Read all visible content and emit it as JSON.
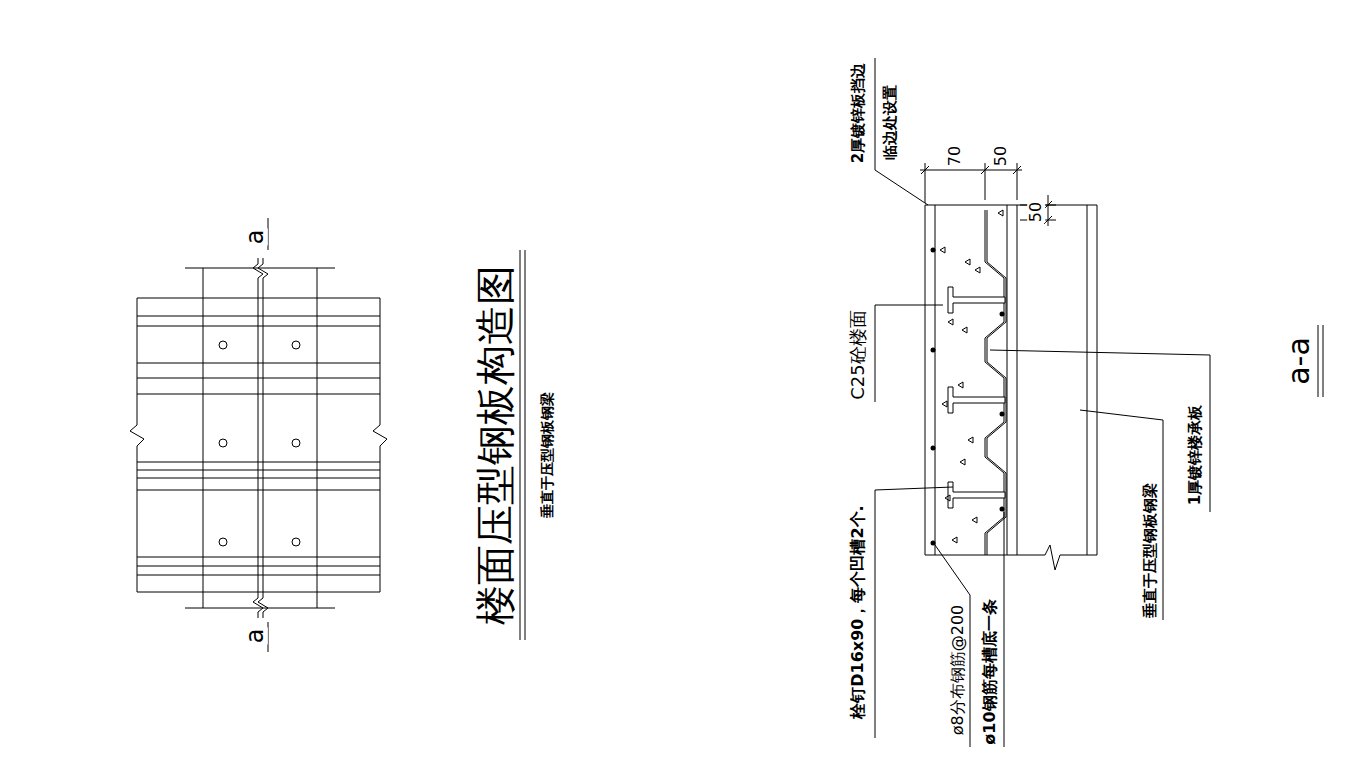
{
  "diagram": {
    "title": "楼面压型钢板构造图",
    "caption": "a-a",
    "labels": [
      "a",
      "a",
      "垂直于压型钢板钢梁",
      "2厚镀锌板挡边",
      "临边处设置",
      "70",
      "50",
      "50",
      "C25砼楼面",
      "栓钉D16x90，每个凹槽2个.",
      "ø8分布钢筋@200",
      "ø10钢筋每槽底一条",
      "垂直于压型钢板钢梁",
      "1厚镀锌楼承板"
    ]
  }
}
